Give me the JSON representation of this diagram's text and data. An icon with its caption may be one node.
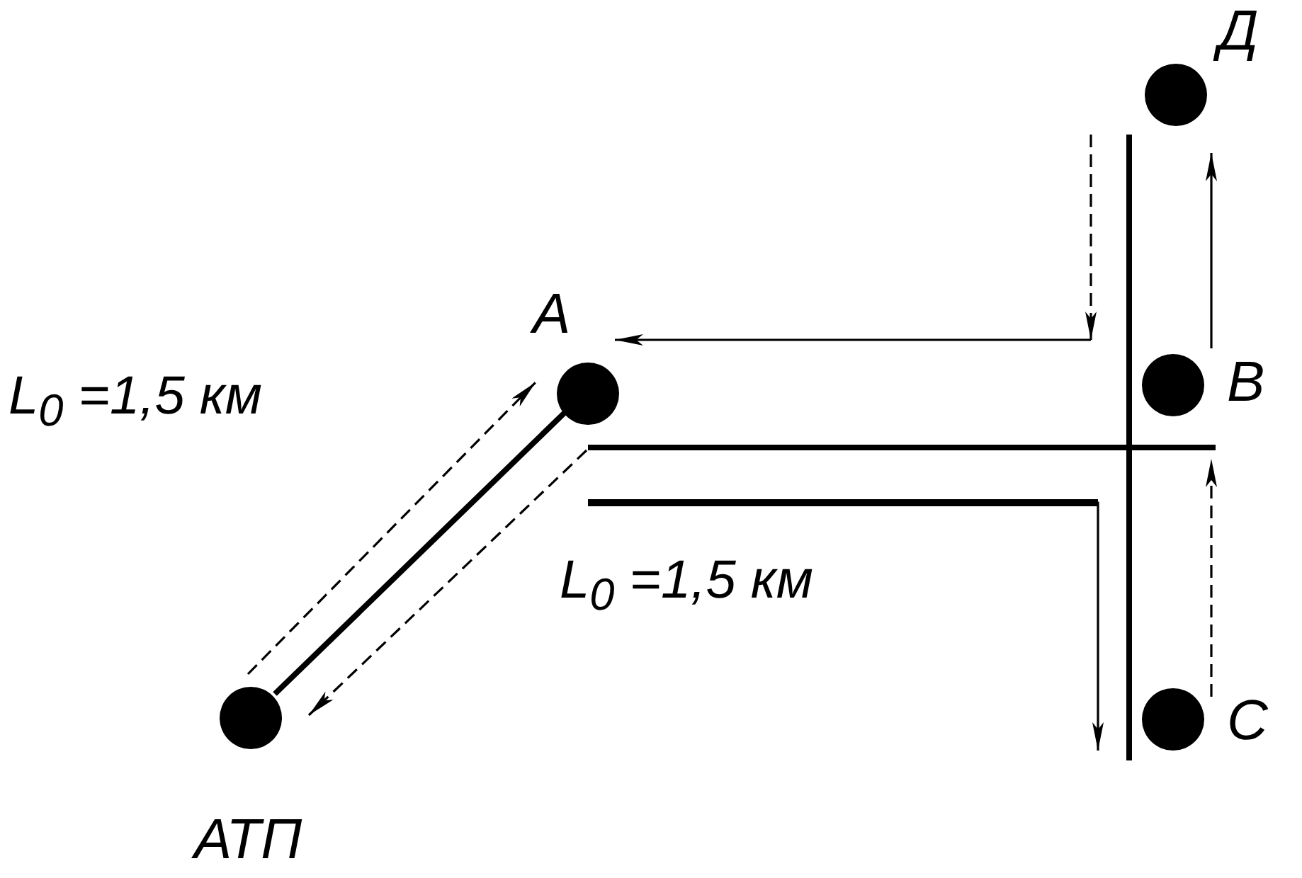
{
  "diagram": {
    "nodes": [
      {
        "text": [
          "Д"
        ]
      },
      {
        "text": [
          "A"
        ]
      },
      {
        "text": [
          "B"
        ]
      },
      {
        "text": [
          "C"
        ]
      },
      {
        "text": [
          "АТП"
        ]
      }
    ],
    "edges": [
      {
        "from": 4,
        "to": 1,
        "arrow": "to",
        "style": "dashed"
      },
      {
        "from": 1,
        "to": 4,
        "arrow": "to",
        "style": "dashed"
      },
      {
        "from": 1,
        "to": 3,
        "arrow": "to"
      },
      {
        "from": 3,
        "to": 2,
        "arrow": "to",
        "style": "dashed"
      },
      {
        "from": 2,
        "to": 0,
        "arrow": "to"
      },
      {
        "from": null,
        "to": 1,
        "arrow": "to",
        "style": "dashed"
      },
      {
        "from": 4,
        "to": 1,
        "arrow": "none",
        "style": "thick"
      }
    ],
    "labels": [
      "L$_{0}$ =1,5 км",
      "L$_{0}$ =1,5 км"
    ]
  }
}
